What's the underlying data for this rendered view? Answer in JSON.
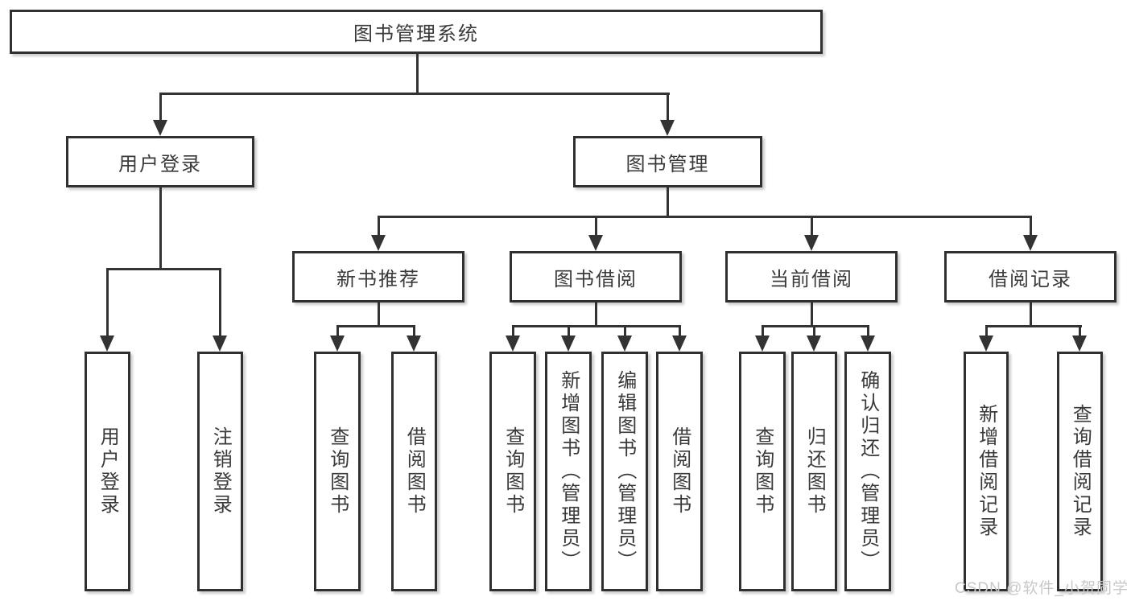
{
  "diagram": {
    "root": {
      "label": "图书管理系统"
    },
    "branches": [
      {
        "label": "用户登录",
        "leaves": [
          {
            "label": "用户登录"
          },
          {
            "label": "注销登录"
          }
        ]
      },
      {
        "label": "图书管理",
        "groups": [
          {
            "label": "新书推荐",
            "leaves": [
              {
                "label": "查询图书"
              },
              {
                "label": "借阅图书"
              }
            ]
          },
          {
            "label": "图书借阅",
            "leaves": [
              {
                "label": "查询图书"
              },
              {
                "label": "新增图书（管理员）"
              },
              {
                "label": "编辑图书（管理员）"
              },
              {
                "label": "借阅图书"
              }
            ]
          },
          {
            "label": "当前借阅",
            "leaves": [
              {
                "label": "查询图书"
              },
              {
                "label": "归还图书"
              },
              {
                "label": "确认归还（管理员）"
              }
            ]
          },
          {
            "label": "借阅记录",
            "leaves": [
              {
                "label": "新增借阅记录"
              },
              {
                "label": "查询借阅记录"
              }
            ]
          }
        ]
      }
    ],
    "colors": {
      "line": "#333333",
      "text": "#3a3a3a",
      "background": "#ffffff",
      "watermark": "#c8c8c8"
    },
    "watermark": {
      "text": "CSDN @软件_小贺同学"
    }
  }
}
